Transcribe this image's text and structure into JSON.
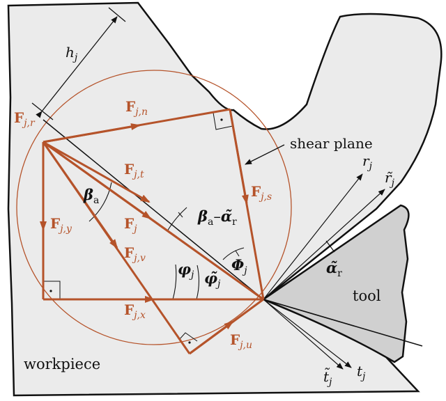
{
  "colors": {
    "force": "#b5532a",
    "circle": "#b5532a",
    "workpiece_fill": "#ebebeb",
    "tool_fill": "#d0d0d0",
    "line": "#111111"
  },
  "labels": {
    "h": {
      "main": "h",
      "sub": "j"
    },
    "F_r": {
      "main": "F",
      "sub": "j,r"
    },
    "F_n": {
      "main": "F",
      "sub": "j,n"
    },
    "F_t": {
      "main": "F",
      "sub": "j,t"
    },
    "F_j": {
      "main": "F",
      "sub": "j"
    },
    "F_s": {
      "main": "F",
      "sub": "j,s"
    },
    "F_y": {
      "main": "F",
      "sub": "j,y"
    },
    "F_v": {
      "main": "F",
      "sub": "j,v"
    },
    "F_x": {
      "main": "F",
      "sub": "j,x"
    },
    "F_u": {
      "main": "F",
      "sub": "j,u"
    },
    "beta_a": {
      "main": "β",
      "sub": "a"
    },
    "beta_alpha": {
      "main": "β",
      "sub": "a",
      "mid": "–",
      "main2": "α̃",
      "sub2": "r"
    },
    "phi_j": {
      "main": "φ",
      "sub": "j"
    },
    "phi_tilde": {
      "main": "φ̃",
      "sub": "j"
    },
    "Phi_j": {
      "main": "Φ",
      "sub": "j"
    },
    "alpha_r": {
      "main": "α̃",
      "sub": "r"
    },
    "r_j": {
      "main": "r",
      "sub": "j"
    },
    "r_tilde": {
      "main": "r̃",
      "sub": "j"
    },
    "t_tilde": {
      "main": "t̃",
      "sub": "j"
    },
    "t_j": {
      "main": "t",
      "sub": "j"
    },
    "shear_plane": "shear plane",
    "tool": "tool",
    "workpiece": "workpiece"
  }
}
